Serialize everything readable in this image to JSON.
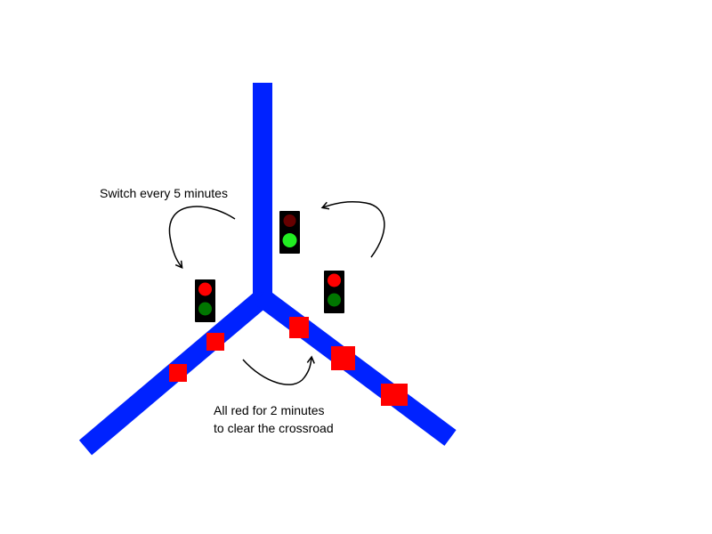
{
  "annotations": {
    "switch_note": "Switch every 5 minutes",
    "clear_note_line1": "All red for 2 minutes",
    "clear_note_line2": "to clear the crossroad"
  },
  "colors": {
    "road": "#0022ff",
    "vehicle": "#ff0000",
    "light_housing": "#000000",
    "red_on": "#ff0000",
    "red_off": "#660000",
    "green_on": "#22ee22",
    "green_off": "#007700",
    "arrow": "#000000"
  },
  "traffic_lights": [
    {
      "id": "north",
      "state": "green"
    },
    {
      "id": "west",
      "state": "red"
    },
    {
      "id": "east",
      "state": "red"
    }
  ],
  "icons": [
    "traffic-light-icon",
    "curved-arrow-icon",
    "vehicle-icon"
  ]
}
